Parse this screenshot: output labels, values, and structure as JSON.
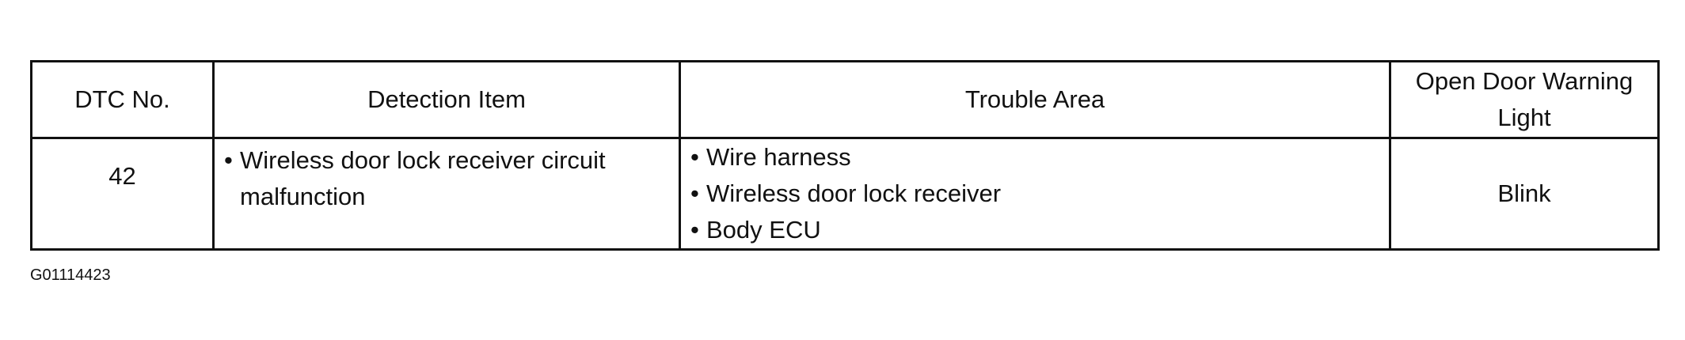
{
  "table": {
    "headers": {
      "dtc_no": "DTC No.",
      "detection_item": "Detection Item",
      "trouble_area": "Trouble Area",
      "warning_light": "Open Door Warning Light"
    },
    "rows": [
      {
        "dtc_no": "42",
        "detection_items": [
          "Wireless door lock receiver circuit malfunction"
        ],
        "trouble_areas": [
          "Wire harness",
          "Wireless door lock receiver",
          "Body ECU"
        ],
        "warning_light": "Blink"
      }
    ]
  },
  "figure_code": "G01114423"
}
